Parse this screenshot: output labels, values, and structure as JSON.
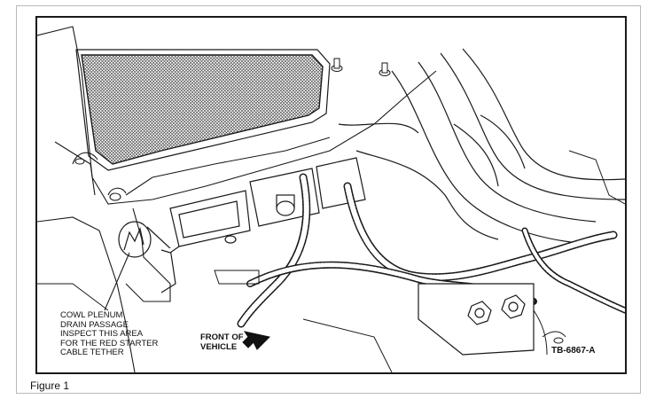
{
  "callouts": {
    "plenum_lines": [
      "COWL PLENUM",
      "DRAIN PASSAGE",
      "INSPECT THIS AREA",
      "FOR THE RED STARTER",
      "CABLE TETHER"
    ],
    "front_lines": [
      "FRONT OF",
      "VEHICLE"
    ]
  },
  "reference_code": "TB-6867-A",
  "caption": "Figure 1",
  "colors": {
    "ink": "#1a1a1a",
    "frame": "#b9b9b9",
    "background": "#ffffff"
  }
}
